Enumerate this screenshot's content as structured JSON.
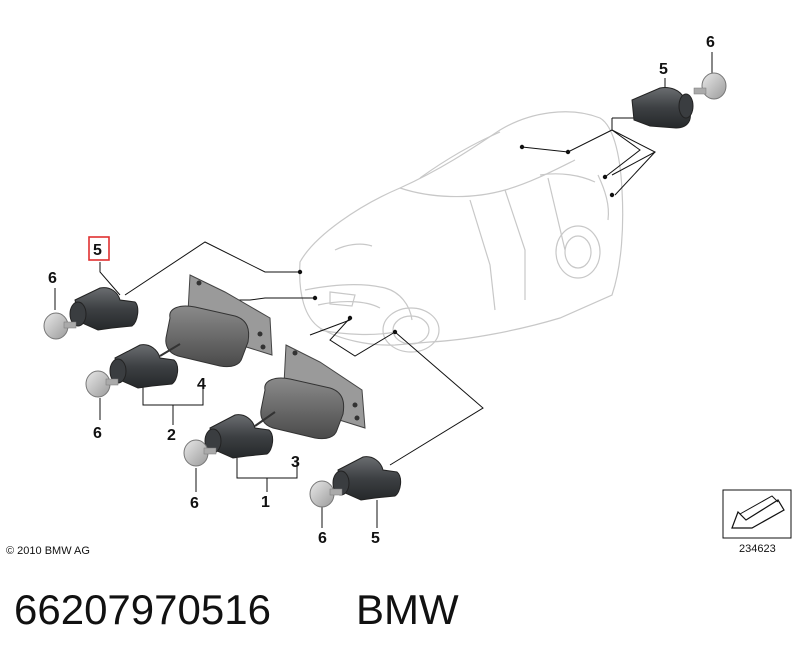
{
  "diagram": {
    "callouts": {
      "tl_5": "5",
      "tl_6": "6",
      "top_5": "5",
      "top_6": "6",
      "mid_4": "4",
      "mid_2": "2",
      "mid_6": "6",
      "bot_3": "3",
      "bot_1": "1",
      "bot_6": "6",
      "br_6": "6",
      "br_5": "5"
    },
    "copyright": "© 2010 BMW AG",
    "reference_number": "234623",
    "highlight_color": "#e03030"
  },
  "footer": {
    "part_number": "66207970516",
    "brand": "BMW"
  }
}
